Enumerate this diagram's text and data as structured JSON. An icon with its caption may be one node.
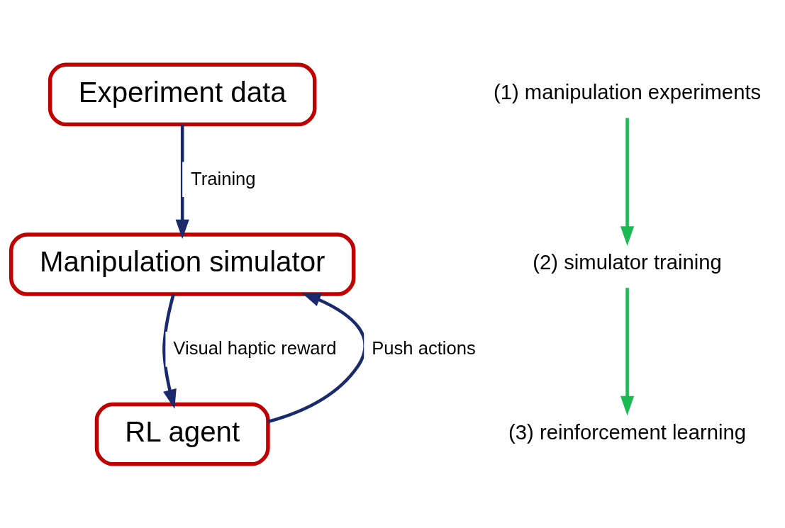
{
  "diagram": {
    "nodes": [
      {
        "text": [
          "Experiment data"
        ]
      },
      {
        "text": [
          "Manipulation simulator"
        ]
      },
      {
        "text": [
          "RL agent"
        ]
      },
      {
        "text": [
          "(1)",
          "manipulation experiments"
        ]
      },
      {
        "text": [
          "(2)",
          "simulator training"
        ]
      },
      {
        "text": [
          "(3)",
          "reinforcement learning"
        ]
      }
    ],
    "edges": [
      {
        "from": 0,
        "to": 1,
        "arrow": "to",
        "label": "Training"
      },
      {
        "from": 1,
        "to": 2,
        "arrow": "to",
        "label": "Visual haptic reward"
      },
      {
        "from": 2,
        "to": 1,
        "arrow": "to",
        "label": "Push actions"
      },
      {
        "from": 3,
        "to": 4,
        "arrow": "to",
        "color": "#1db954"
      },
      {
        "from": 4,
        "to": 5,
        "arrow": "to",
        "color": "#1db954"
      }
    ]
  }
}
